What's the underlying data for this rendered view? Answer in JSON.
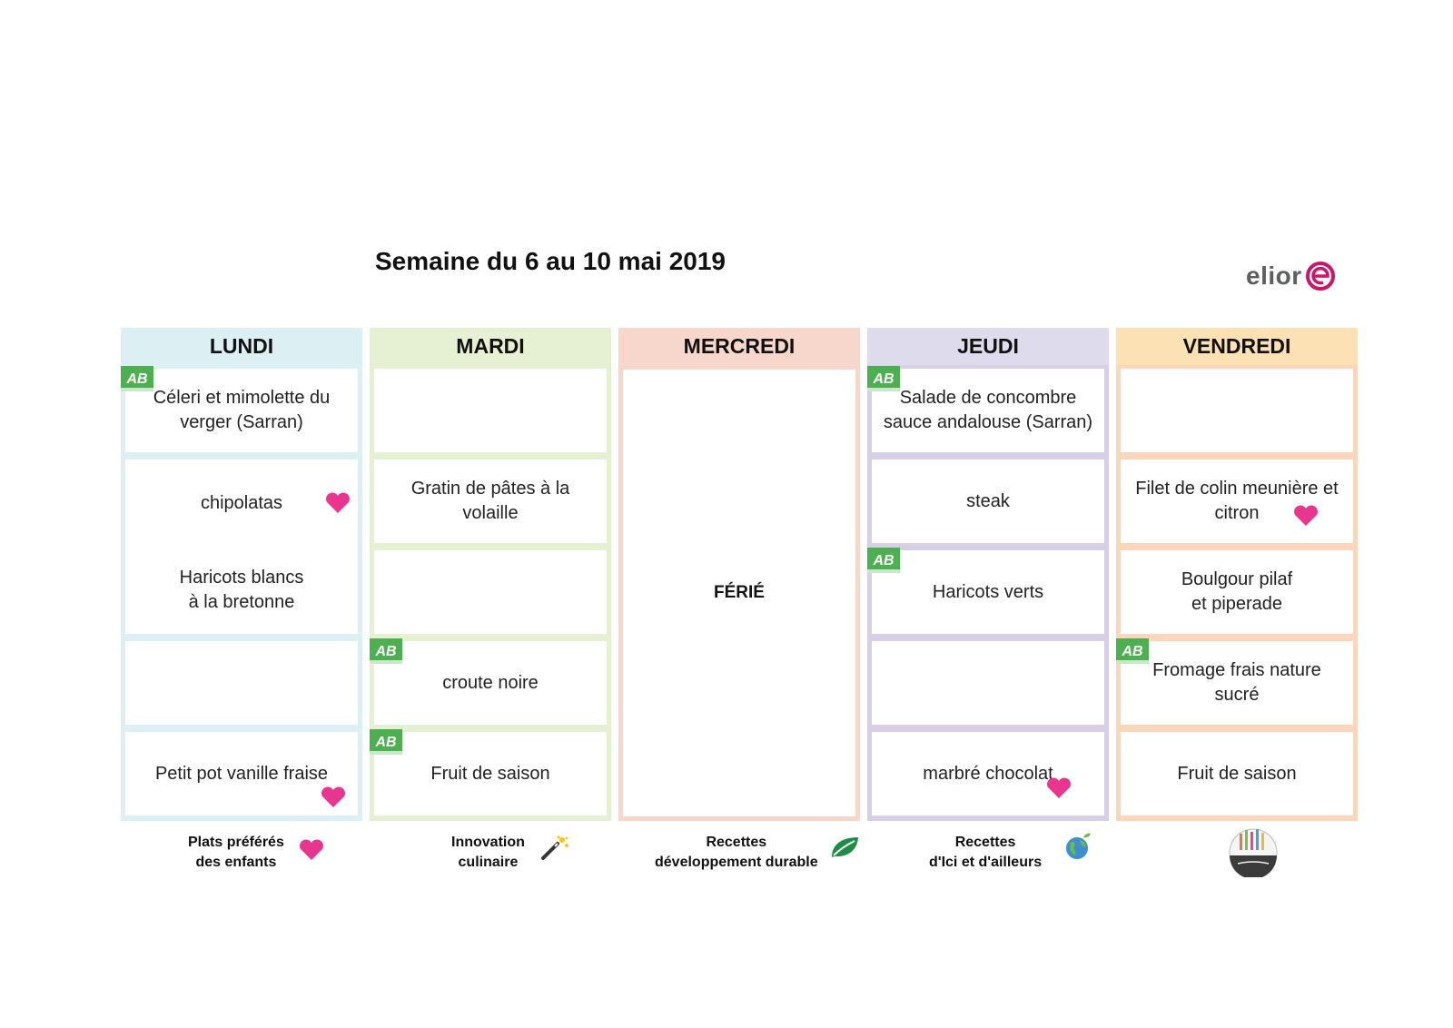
{
  "title": "Semaine du 6 au 10 mai 2019",
  "logo": {
    "text": "elior"
  },
  "colors": {
    "lundi": "#dcf0f4",
    "mardi": "#e6f0d2",
    "mercredi": "#f7d6cc",
    "jeudi": "#dedbec",
    "vendredi": "#fce1b4",
    "heart": "#e8358e",
    "ab_green": "#4caf50"
  },
  "days": [
    {
      "name": "LUNDI",
      "rows": [
        "Céleri et mimolette du\nverger (Sarran)",
        "chipolatas",
        "Haricots blancs\nà la bretonne",
        "",
        "Petit pot vanille fraise"
      ]
    },
    {
      "name": "MARDI",
      "rows": [
        "",
        "Gratin de pâtes à la\nvolaille",
        "",
        "croute noire",
        "Fruit de saison"
      ]
    },
    {
      "name": "MERCREDI",
      "ferie": "FÉRIÉ"
    },
    {
      "name": "JEUDI",
      "rows": [
        "Salade de concombre\nsauce andalouse (Sarran)",
        "steak",
        "Haricots verts",
        "",
        "marbré chocolat"
      ]
    },
    {
      "name": "VENDREDI",
      "rows": [
        "",
        "Filet de colin meunière et\ncitron",
        "Boulgour pilaf\net piperade",
        "Fromage frais nature\nsucré",
        "Fruit de saison"
      ]
    }
  ],
  "legend": [
    {
      "label": "Plats préférés\ndes enfants",
      "icon": "heart-icon"
    },
    {
      "label": "Innovation\nculinaire",
      "icon": "magic-wand-icon"
    },
    {
      "label": "Recettes\ndéveloppement durable",
      "icon": "leaf-icon"
    },
    {
      "label": "Recettes\nd'Ici et d'ailleurs",
      "icon": "globe-icon"
    },
    {
      "label": "",
      "icon": "chef-badge-icon"
    }
  ],
  "badges": {
    "ab": "AB"
  }
}
